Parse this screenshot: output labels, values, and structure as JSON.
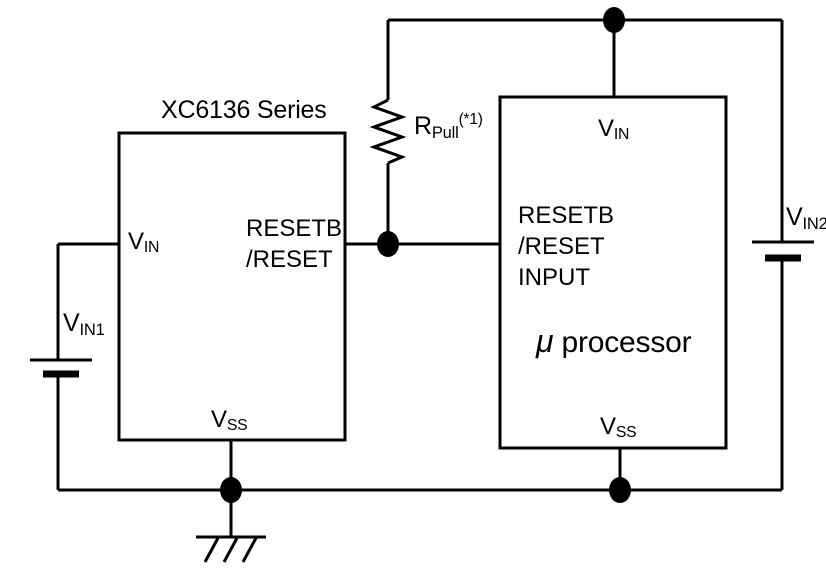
{
  "diagram": {
    "type": "circuit-schematic",
    "title": "XC6136 Series application circuit with pull-up resistor and microprocessor",
    "background_color": "#ffffff",
    "line_color": "#000000"
  },
  "blocks": {
    "xc6136": {
      "title": "XC6136 Series",
      "pin_vin": "V",
      "pin_vin_sub": "IN",
      "pin_reset_line1": "RESETB",
      "pin_reset_line2": "/RESET",
      "pin_vss": "V",
      "pin_vss_sub": "SS"
    },
    "microprocessor": {
      "name_mu": "μ",
      "name_rest": " processor",
      "pin_vin": "V",
      "pin_vin_sub": "IN",
      "pin_reset_line1": "RESETB",
      "pin_reset_line2": "/RESET",
      "pin_reset_line3": "INPUT",
      "pin_vss": "V",
      "pin_vss_sub": "SS"
    }
  },
  "components": {
    "pull_resistor": {
      "symbol": "R",
      "subscript": "Pull",
      "superscript": "(*1)"
    },
    "supply_left": {
      "symbol": "V",
      "subscript": "IN1"
    },
    "supply_right": {
      "symbol": "V",
      "subscript": "IN2"
    },
    "ground": {
      "name": "earth-ground"
    }
  },
  "nodes": {
    "junction_top": "top-rail-junction",
    "junction_reset": "reset-net-junction",
    "junction_gnd_left": "ground-junction-left",
    "junction_gnd_right": "ground-junction-right"
  }
}
